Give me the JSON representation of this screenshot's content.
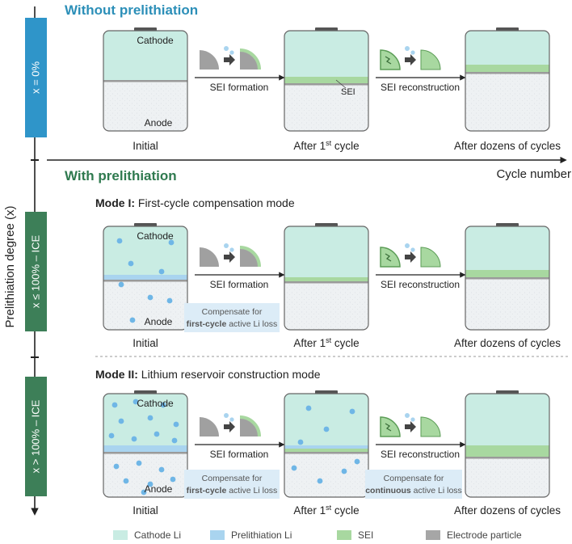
{
  "colors": {
    "cathode": "#c9ece3",
    "prelith": "#a9d4ef",
    "sei": "#a8d8a0",
    "electrode": "#a6a6a6",
    "anode": "#eef1f3",
    "blue_band": "#2f95c9",
    "green_band": "#3d7f58",
    "dot": "#6fb6e6",
    "title_blue": "#2c8fb8",
    "title_green": "#2f7a4f"
  },
  "axis": {
    "y_label": "Prelithiation degree (x)",
    "x_label": "Cycle number"
  },
  "bands": [
    {
      "label": "x = 0%"
    },
    {
      "label": "x ≤ 100% – ICE"
    },
    {
      "label": "x > 100% – ICE"
    }
  ],
  "titles": {
    "without": "Without prelithiation",
    "with": "With prelithiation"
  },
  "modes": [
    {
      "bold": "Mode I:",
      "text": " First-cycle compensation mode"
    },
    {
      "bold": "Mode II:",
      "text": " Lithium reservoir construction mode"
    }
  ],
  "cell_labels": {
    "cathode": "Cathode",
    "anode": "Anode",
    "sei": "SEI"
  },
  "stages": {
    "initial": "Initial",
    "after_first_prefix": "After 1",
    "after_first_sup": "st",
    "after_first_suffix": " cycle",
    "after_dozens": "After dozens of cycles"
  },
  "processes": {
    "sei_formation": "SEI formation",
    "sei_reconstruction": "SEI reconstruction"
  },
  "compensate": {
    "line1": "Compensate for",
    "first_bold": "first-cycle",
    "first_rest": " active Li loss",
    "continuous_bold": "continuous",
    "continuous_rest": " active Li loss"
  },
  "legend": [
    {
      "label": "Cathode Li",
      "color": "#c9ece3"
    },
    {
      "label": "Prelithiation Li",
      "color": "#a9d4ef"
    },
    {
      "label": "SEI",
      "color": "#a8d8a0"
    },
    {
      "label": "Electrode particle",
      "color": "#a6a6a6"
    }
  ]
}
